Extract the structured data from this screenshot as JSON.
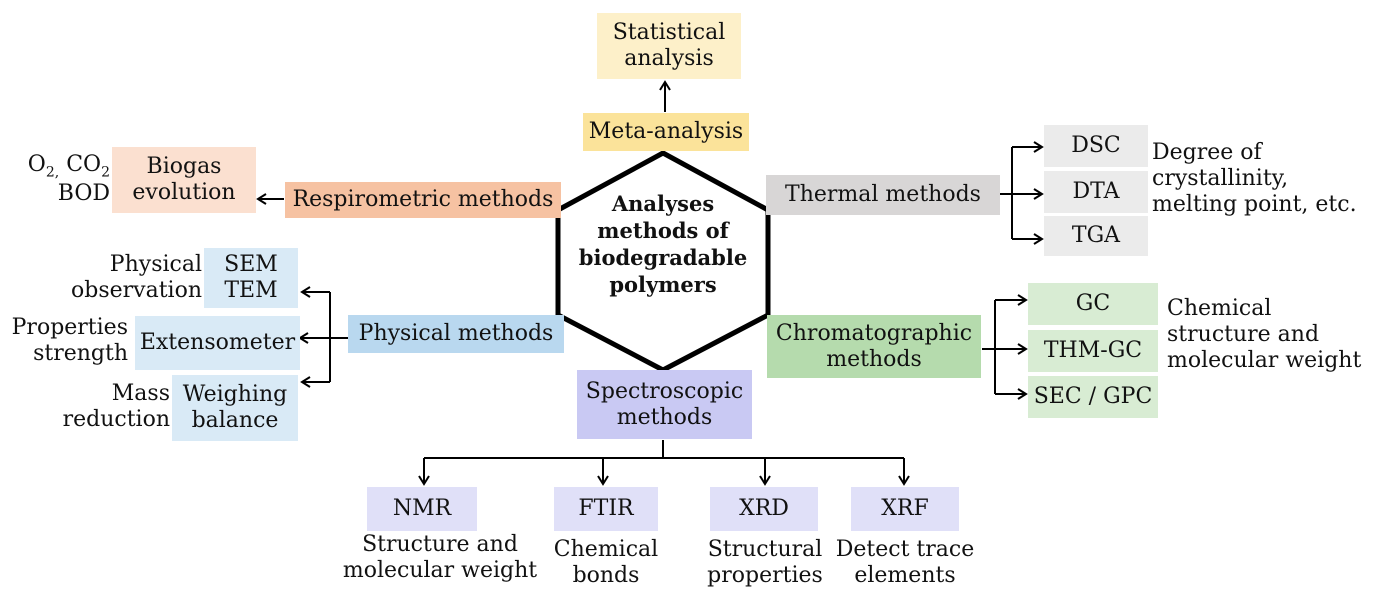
{
  "center": {
    "lines": [
      "Analyses",
      "methods of",
      "biodegradable",
      "polymers"
    ]
  },
  "meta": {
    "label": "Meta-analysis",
    "result": [
      "Statistical",
      "analysis"
    ],
    "colors": {
      "meta": "#fbe39a",
      "result": "#fdf0c9"
    }
  },
  "respirometric": {
    "label": "Respirometric methods",
    "result": [
      "Biogas",
      "evolution"
    ],
    "note": [
      "O2, CO2",
      "BOD"
    ],
    "colors": {
      "label": "#f6c2a2",
      "result": "#fbe0d0"
    }
  },
  "physical": {
    "label": "Physical methods",
    "items": [
      {
        "box": [
          "SEM",
          "TEM"
        ],
        "note": [
          "Physical",
          "observation"
        ]
      },
      {
        "box": [
          "Extensometer"
        ],
        "note": [
          "Properties",
          "strength"
        ]
      },
      {
        "box": [
          "Weighing",
          "balance"
        ],
        "note": [
          "Mass",
          "reduction"
        ]
      }
    ],
    "colors": {
      "label": "#b9d8ef",
      "item": "#d9eaf6"
    }
  },
  "thermal": {
    "label": "Thermal methods",
    "items": [
      "DSC",
      "DTA",
      "TGA"
    ],
    "note": [
      "Degree of",
      "crystallinity,",
      "melting point, etc."
    ],
    "colors": {
      "label": "#d8d6d6",
      "item": "#ebebeb"
    }
  },
  "chromatographic": {
    "label": [
      "Chromatographic",
      "methods"
    ],
    "items": [
      "GC",
      "THM-GC",
      "SEC / GPC"
    ],
    "note": [
      "Chemical",
      "structure and",
      "molecular weight"
    ],
    "colors": {
      "label": "#b5dbad",
      "item": "#d8ecd3"
    }
  },
  "spectroscopic": {
    "label": [
      "Spectroscopic",
      "methods"
    ],
    "items": [
      {
        "box": "NMR",
        "note": [
          "Structure and",
          "molecular weight"
        ]
      },
      {
        "box": "FTIR",
        "note": [
          "Chemical",
          "bonds"
        ]
      },
      {
        "box": "XRD",
        "note": [
          "Structural",
          "properties"
        ]
      },
      {
        "box": "XRF",
        "note": [
          "Detect trace",
          "elements"
        ]
      }
    ],
    "colors": {
      "label": "#c9c9f3",
      "item": "#e0e0f8"
    }
  }
}
